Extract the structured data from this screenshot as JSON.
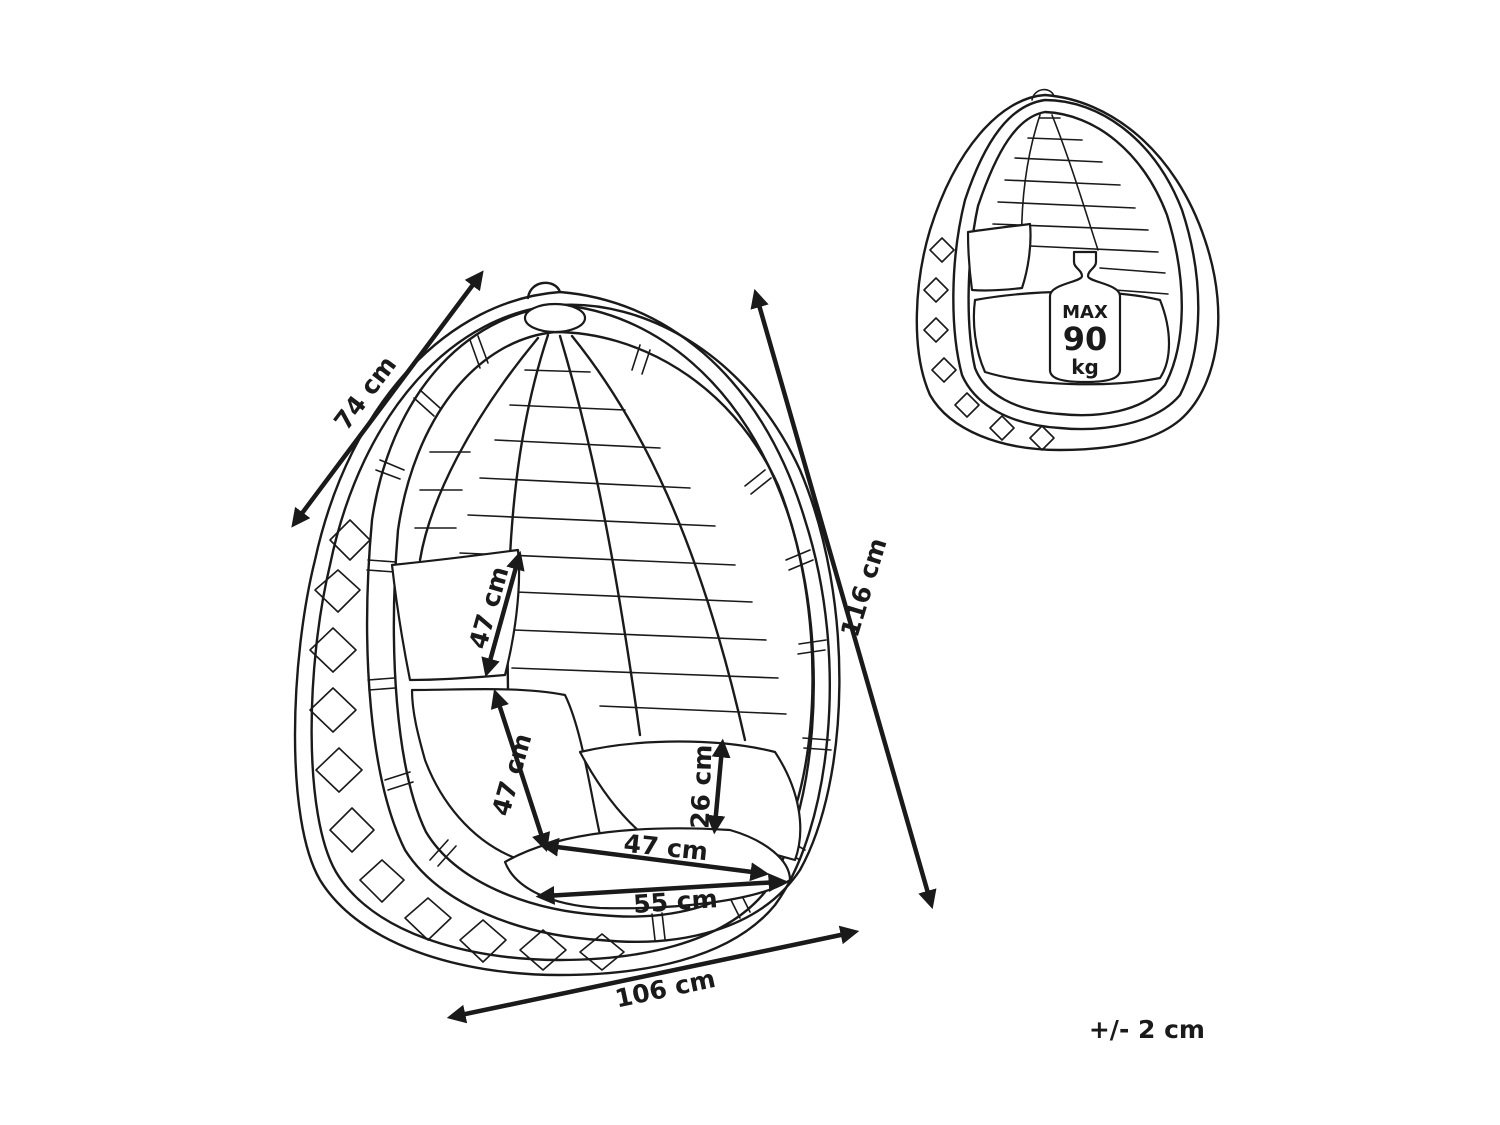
{
  "dimensions": {
    "depth": "74 cm",
    "height": "116 cm",
    "width": "106 cm",
    "back_cushion_height": "47 cm",
    "seat_back_height": "47 cm",
    "seat_cushion_thickness": "26 cm",
    "seat_depth": "47 cm",
    "seat_width": "55 cm"
  },
  "weight_limit": {
    "line1": "MAX",
    "line2": "90",
    "line3": "kg"
  },
  "tolerance": "+/- 2 cm"
}
